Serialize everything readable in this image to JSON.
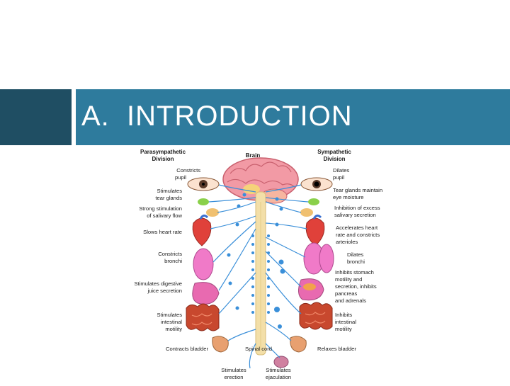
{
  "slide": {
    "title": "A.  INTRODUCTION"
  },
  "colors": {
    "band_dark": "#1f4e63",
    "band_main": "#2e7b9d",
    "nerve": "#3a8fd9",
    "spine": "#f3dfa8"
  },
  "figure": {
    "parasympathetic_heading": [
      "Parasympathetic",
      "Division"
    ],
    "brain_label": "Brain",
    "sympathetic_heading": [
      "Sympathetic",
      "Division"
    ],
    "spinal_cord_label": "Spinal cord",
    "parasympathetic": [
      [
        "Constricts",
        "pupil"
      ],
      [
        "Stimulates",
        "tear glands"
      ],
      [
        "Strong stimulation",
        "of salivary flow"
      ],
      [
        "Slows heart rate"
      ],
      [
        "Constricts",
        "bronchi"
      ],
      [
        "Stimulates digestive",
        "juice secretion"
      ],
      [
        "Stimulates",
        "intestinal",
        "motility"
      ],
      [
        "Contracts bladder"
      ]
    ],
    "sympathetic": [
      [
        "Dilates",
        "pupil"
      ],
      [
        "Tear glands maintain",
        "eye moisture"
      ],
      [
        "Inhibition of excess",
        "salivary secretion"
      ],
      [
        "Accelerates heart",
        "rate and constricts",
        "arterioles"
      ],
      [
        "Dilates",
        "bronchi"
      ],
      [
        "Inhibits stomach",
        "motility and",
        "secretion, inhibits",
        "pancreas",
        "and adrenals"
      ],
      [
        "Inhibits",
        "intestinal",
        "motility"
      ],
      [
        "Relaxes bladder"
      ]
    ],
    "bottom": [
      [
        "Stimulates",
        "erection"
      ],
      [
        "Stimulates",
        "ejaculation"
      ]
    ]
  }
}
